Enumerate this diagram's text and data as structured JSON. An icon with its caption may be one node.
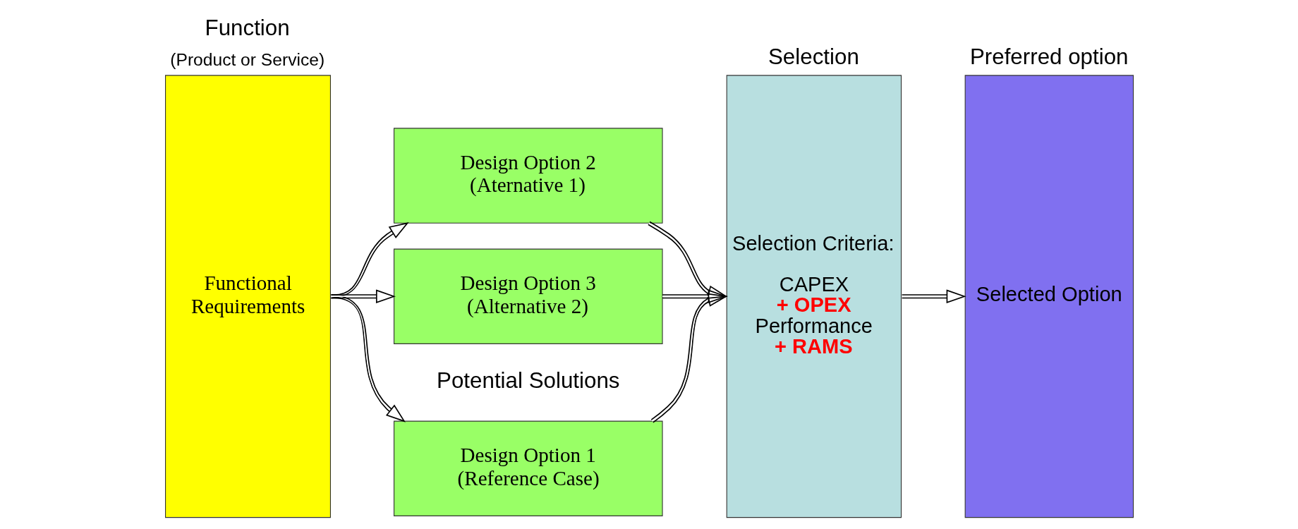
{
  "diagram": {
    "nodes": [
      {
        "text": [
          "Function",
          "(Product or Service)",
          "Functional Requirements"
        ]
      },
      {
        "text": [
          "Design Option 1 (Reference Case)"
        ]
      },
      {
        "text": [
          "Design Option 2 (Aternative 1)"
        ]
      },
      {
        "text": [
          "Design Option 3 (Alternative 2)"
        ]
      },
      {
        "text": [
          "Selection",
          "Selection Criteria:",
          "CAPEX",
          "+ OPEX",
          "Performance",
          "+ RAMS"
        ]
      },
      {
        "text": [
          "Preferred option",
          "Selected Option"
        ]
      }
    ],
    "edges": [
      {
        "from": 0,
        "to": 1,
        "arrow": "to"
      },
      {
        "from": 0,
        "to": 2,
        "arrow": "to"
      },
      {
        "from": 0,
        "to": 3,
        "arrow": "to"
      },
      {
        "from": 1,
        "to": 4,
        "arrow": "to"
      },
      {
        "from": 2,
        "to": 4,
        "arrow": "to"
      },
      {
        "from": 3,
        "to": 4,
        "arrow": "to"
      },
      {
        "from": 4,
        "to": 5,
        "arrow": "to"
      }
    ],
    "labels": [
      "Potential Solutions"
    ]
  }
}
